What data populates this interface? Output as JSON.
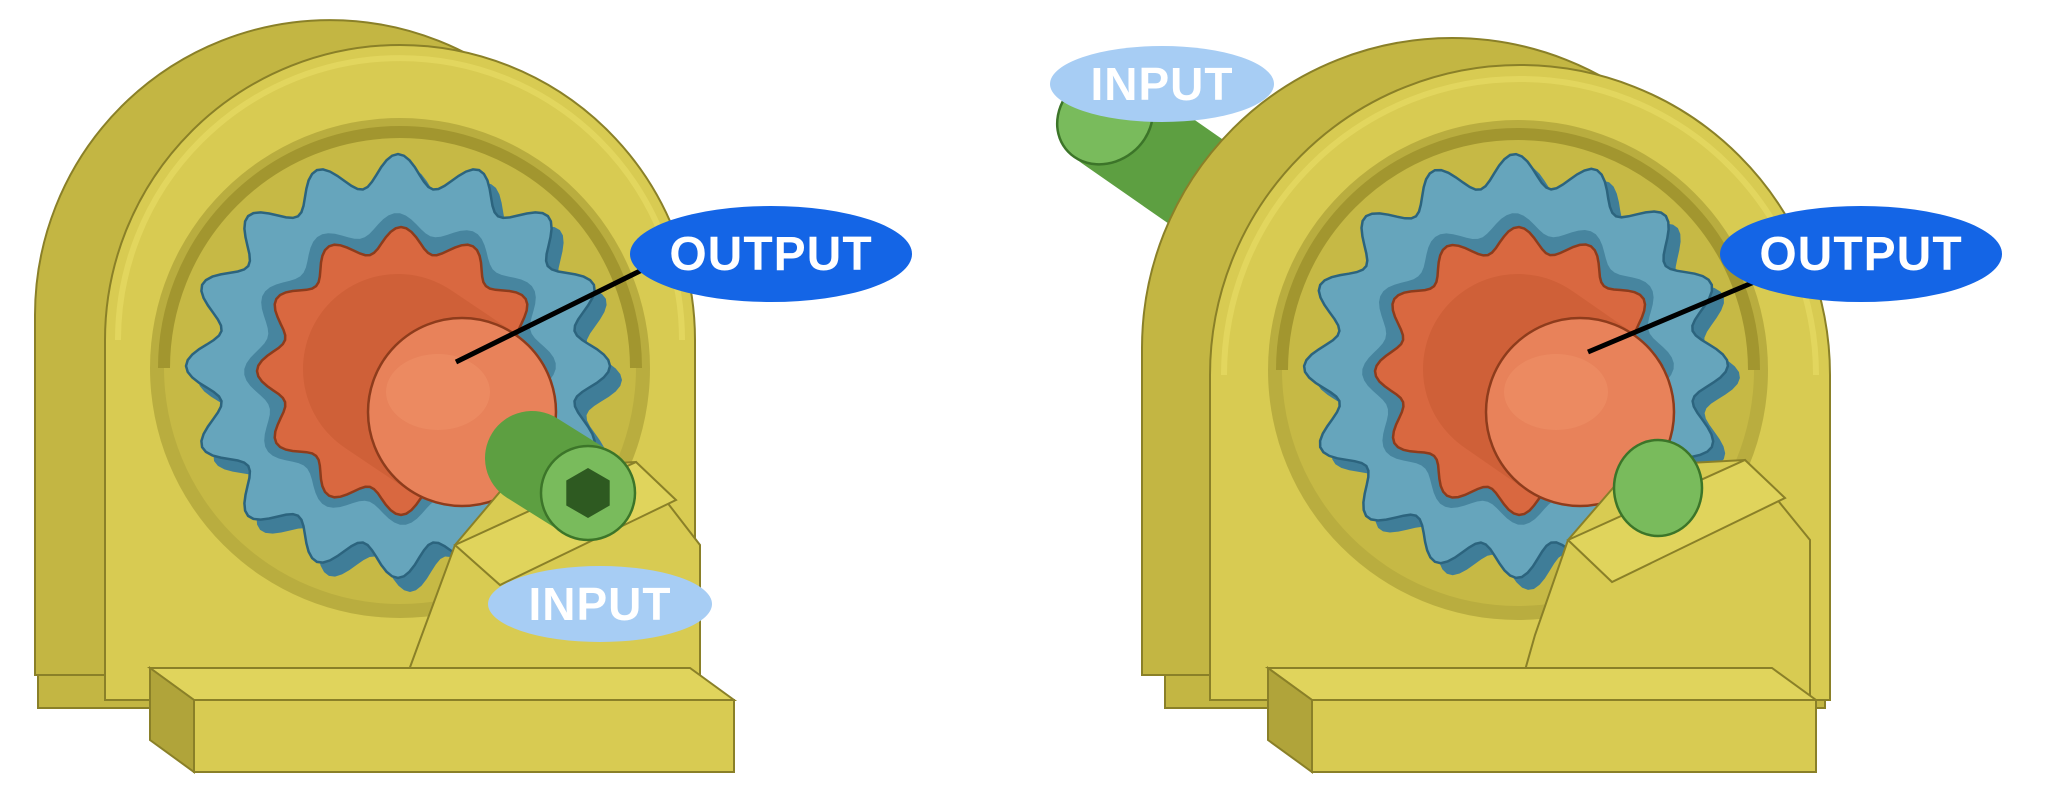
{
  "page": {
    "background": "#ffffff",
    "description": "Two 3D views of a cycloidal gearbox showing input and output shafts"
  },
  "palette": {
    "housing": "#d8cb52",
    "housing_shadow": "#c3b643",
    "housing_dark": "#b0a43a",
    "housing_light": "#e0d45c",
    "pocket": "#b9ad3f",
    "pocket_floor": "#c6b945",
    "ring_gear": "#66a5bc",
    "ring_gear_shadow": "#3f7d98",
    "ring_gear_bore": "#47859f",
    "cycloid_gear": "#d96840",
    "output_shaft_side": "#cf6038",
    "output_shaft_face": "#e8825a",
    "input_shaft_side": "#5d9f41",
    "input_shaft_face": "#79bb5c",
    "hex_socket": "#2e5a21",
    "output_badge": "#1465e6",
    "input_badge": "#a7cdf4",
    "leader": "#000000"
  },
  "figures": [
    {
      "id": "front-view",
      "labels": {
        "output": "OUTPUT",
        "input": "INPUT"
      }
    },
    {
      "id": "back-view",
      "labels": {
        "input": "INPUT",
        "output": "OUTPUT"
      }
    }
  ]
}
